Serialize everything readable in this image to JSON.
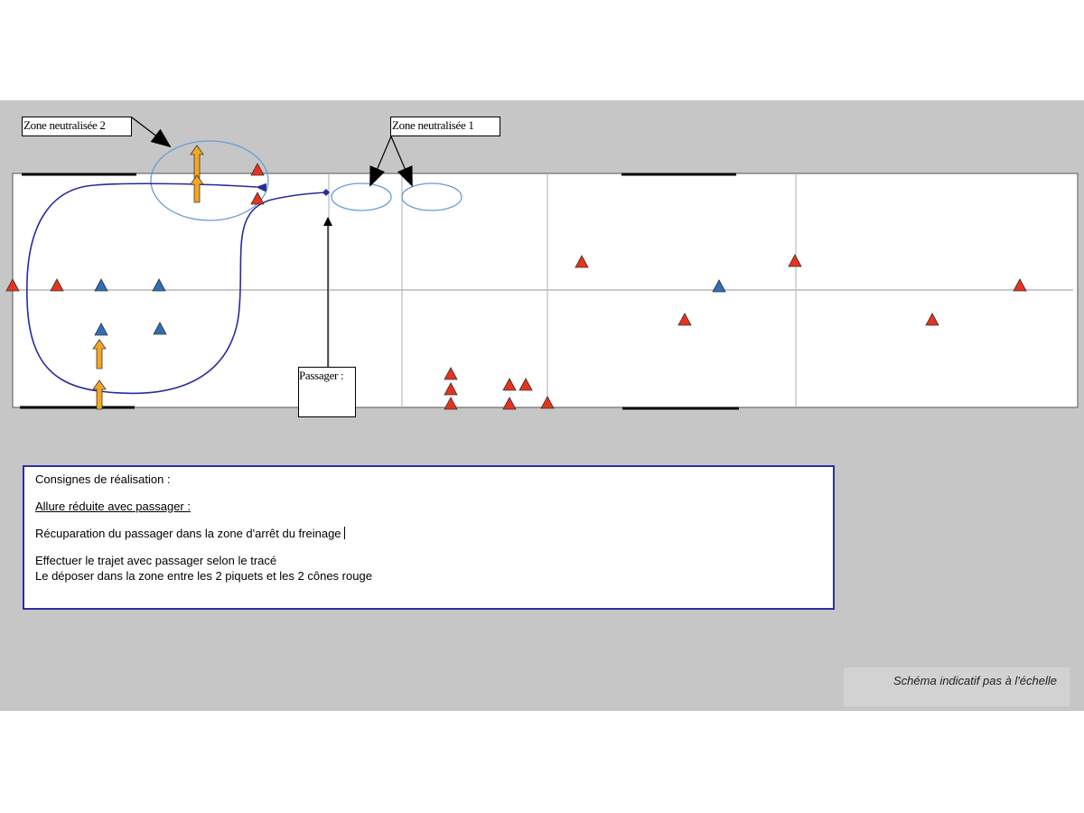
{
  "labels": {
    "zone_neutralisee_2": "Zone neutralisée 2",
    "zone_neutralisee_1": "Zone neutralisée 1",
    "passager": "Passager :"
  },
  "instructions": {
    "title": "Consignes de réalisation :",
    "subtitle": "Allure réduite avec passager :",
    "line1": "Récuparation du passager dans la zone d'arrêt du freinage",
    "line2": "Effectuer le trajet avec passager selon le tracé",
    "line3": "Le déposer dans la zone entre les 2 piquets et les 2 cônes rouge"
  },
  "scale_note": "Schéma indicatif pas à l'échelle",
  "colors": {
    "background": "#c6c6c6",
    "track": "#ffffff",
    "red_cone": "#e8321c",
    "blue_cone": "#2e6fb8",
    "yellow_arrow": "#f5a623",
    "path": "#2a2aa0",
    "zone_ellipse": "#6b9bd2"
  },
  "icons": {
    "red_cone": "red-cone-icon",
    "blue_cone": "blue-cone-icon",
    "direction_arrow": "yellow-arrow-icon"
  }
}
